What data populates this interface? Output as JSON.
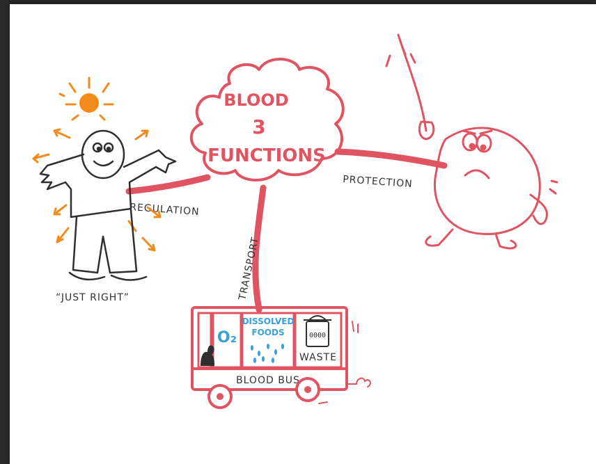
{
  "title": {
    "line1": "BLOOD",
    "line2": "3",
    "line3": "FUNCTIONS"
  },
  "branches": {
    "regulation": "REGULATION",
    "protection": "PROTECTION",
    "transport": "TRANSPORT"
  },
  "regulation_caption": "“JUST RIGHT”",
  "bus": {
    "oxygen": "O₂",
    "foods_line1": "DISSOLVED",
    "foods_line2": "FOODS",
    "waste": "WASTE",
    "waste_can_label": "0000",
    "name": "BLOOD BUS"
  },
  "colors": {
    "red": "#e05462",
    "orange": "#f28a1c",
    "ink": "#2f2f2f",
    "blue": "#3aa0d8"
  }
}
